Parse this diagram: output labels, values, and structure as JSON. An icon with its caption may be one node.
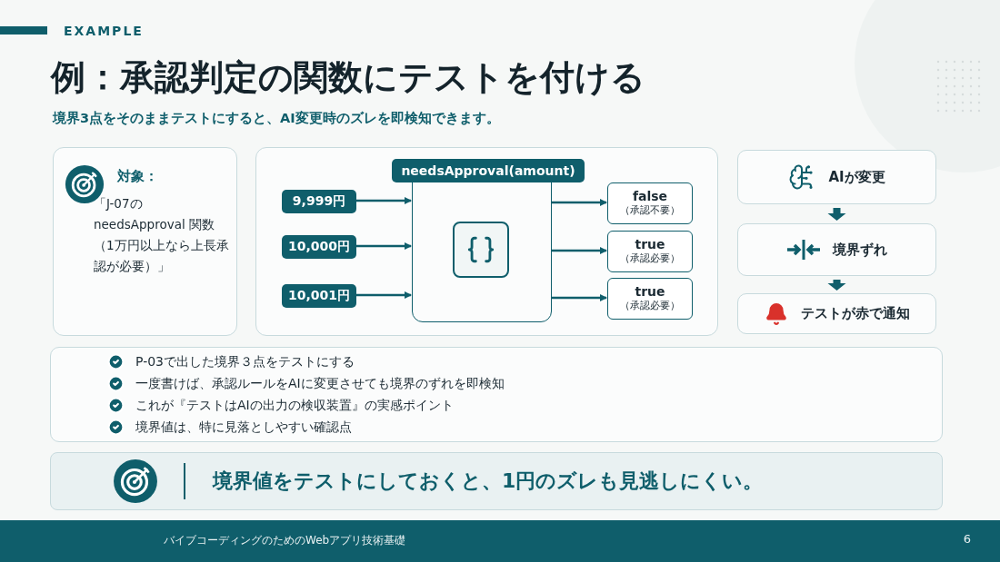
{
  "diagram": {
    "title": "例：承認判定の関数にテストを付ける",
    "nodes": [
      {
        "text": [
          "対象：",
          "「J-07のneedsApproval 関数（1万円以上なら上長承認が必要）」"
        ]
      },
      {
        "text": [],
        "shape": "box"
      },
      {
        "text": [
          "needsApproval(amount)"
        ],
        "in": 1
      },
      {
        "text": [
          "9,999円"
        ],
        "in": 1
      },
      {
        "text": [
          "10,000円"
        ],
        "in": 1
      },
      {
        "text": [
          "10,001円"
        ],
        "in": 1
      },
      {
        "text": [
          "false",
          "（承認不要）"
        ],
        "in": 1
      },
      {
        "text": [
          "true",
          "（承認必要）"
        ],
        "in": 1
      },
      {
        "text": [
          "true",
          "（承認必要）"
        ],
        "in": 1
      },
      {
        "text": [
          "AIが変更"
        ]
      },
      {
        "text": [
          "境界ずれ"
        ]
      },
      {
        "text": [
          "テストが赤で通知"
        ]
      },
      {
        "text": [
          "P-03で出した境界３点をテストにする",
          "一度書けば、承認ルールをAIに変更させても境界のずれを即検知",
          "これが『テストはAIの出力の検収装置』の実感ポイント",
          "境界値は、特に見落としやすい確認点"
        ]
      },
      {
        "text": [
          "境界値をテストにしておくと、1円のズレも見逃しにくい。"
        ]
      }
    ],
    "edges": [
      {
        "from": 3,
        "to": 2,
        "arrow": "to"
      },
      {
        "from": 4,
        "to": 2,
        "arrow": "to"
      },
      {
        "from": 5,
        "to": 2,
        "arrow": "to"
      },
      {
        "from": 2,
        "to": 6,
        "arrow": "to"
      },
      {
        "from": 2,
        "to": 7,
        "arrow": "to"
      },
      {
        "from": 2,
        "to": 8,
        "arrow": "to"
      },
      {
        "from": 9,
        "to": 10,
        "arrow": "to",
        "style": "thick"
      },
      {
        "from": 10,
        "to": 11,
        "arrow": "to",
        "style": "thick"
      }
    ],
    "labels": [
      "EXAMPLE",
      "境界3点をそのままテストにすると、AI変更時のズレを即検知できます。",
      "バイブコーディングのためのWebアプリ技術基礎",
      "6"
    ]
  }
}
